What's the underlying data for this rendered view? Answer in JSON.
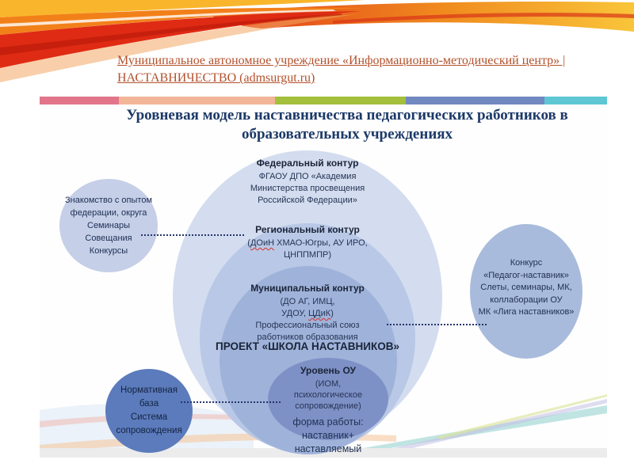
{
  "header": {
    "link_line1": "Муниципальное автономное учреждение «Информационно-методический центр» |",
    "link_line2": "НАСТАВНИЧЕСТВО (admsurgut.ru)",
    "link_color": "#b3512c",
    "ribbon_colors": {
      "yellow": "#f9b62c",
      "orange": "#f28019",
      "red": "#df2b14",
      "dark_red": "#b81708",
      "pale": "#f2a765"
    }
  },
  "slide": {
    "stripe": [
      "#e2758a",
      "#f3b598",
      "#a3bf3b",
      "#7288c1",
      "#5ec7d3"
    ],
    "title_line1": "Уровневая модель наставничества педагогических работников в",
    "title_line2": "образовательных учреждениях",
    "title_color": "#1c3968",
    "diagram": {
      "federal": {
        "fill": "#d3ddef",
        "heading": "Федеральный контур",
        "lines": [
          "ФГАОУ ДПО «Академия",
          "Министерства просвещения",
          "Российской Федерации»"
        ]
      },
      "regional": {
        "fill": "#b9c8e6",
        "heading": "Региональный контур",
        "l1_open": "(",
        "l1_misspelled": "ДОиН",
        "l1_rest": " ХМАО-Югры, АУ ИРО,",
        "l2": "ЦНППМПР)"
      },
      "municipal": {
        "fill": "#9fb3da",
        "heading": "Муниципальный контур",
        "l1": "(ДО АГ, ИМЦ,",
        "l2_pre": "УДОУ, ",
        "l2_misspelled": "ЦДиК",
        "l2_post": ")",
        "l3": "Профессиональный союз",
        "l4": "работников образования",
        "project": "ПРОЕКТ «ШКОЛА НАСТАВНИКОВ»"
      },
      "school_level": {
        "fill": "#7e91c6",
        "heading": "Уровень ОУ",
        "lines": [
          "(ИОМ,",
          "психологическое",
          "сопровождение)"
        ],
        "work": [
          "форма работы:",
          "наставник+",
          "наставляемый"
        ]
      },
      "left_circle": {
        "fill": "#c5cfe7",
        "lines": [
          "Знакомство с опытом",
          "федерации, округа",
          "Семинары",
          "Совещания",
          "Конкурсы"
        ]
      },
      "right_circle": {
        "fill": "#a8bbdc",
        "lines": [
          "Конкурс",
          "«Педагог-наставник»",
          "Слеты, семинары, МК,",
          "коллаборации ОУ",
          "МК «Лига наставников»"
        ]
      },
      "bottom_circle": {
        "fill": "#5c7bbc",
        "lines": [
          "Нормативная",
          "база",
          "Система",
          "сопровождения"
        ]
      },
      "connector_color": "#26356b",
      "spellcheck_color": "#d93025"
    }
  }
}
